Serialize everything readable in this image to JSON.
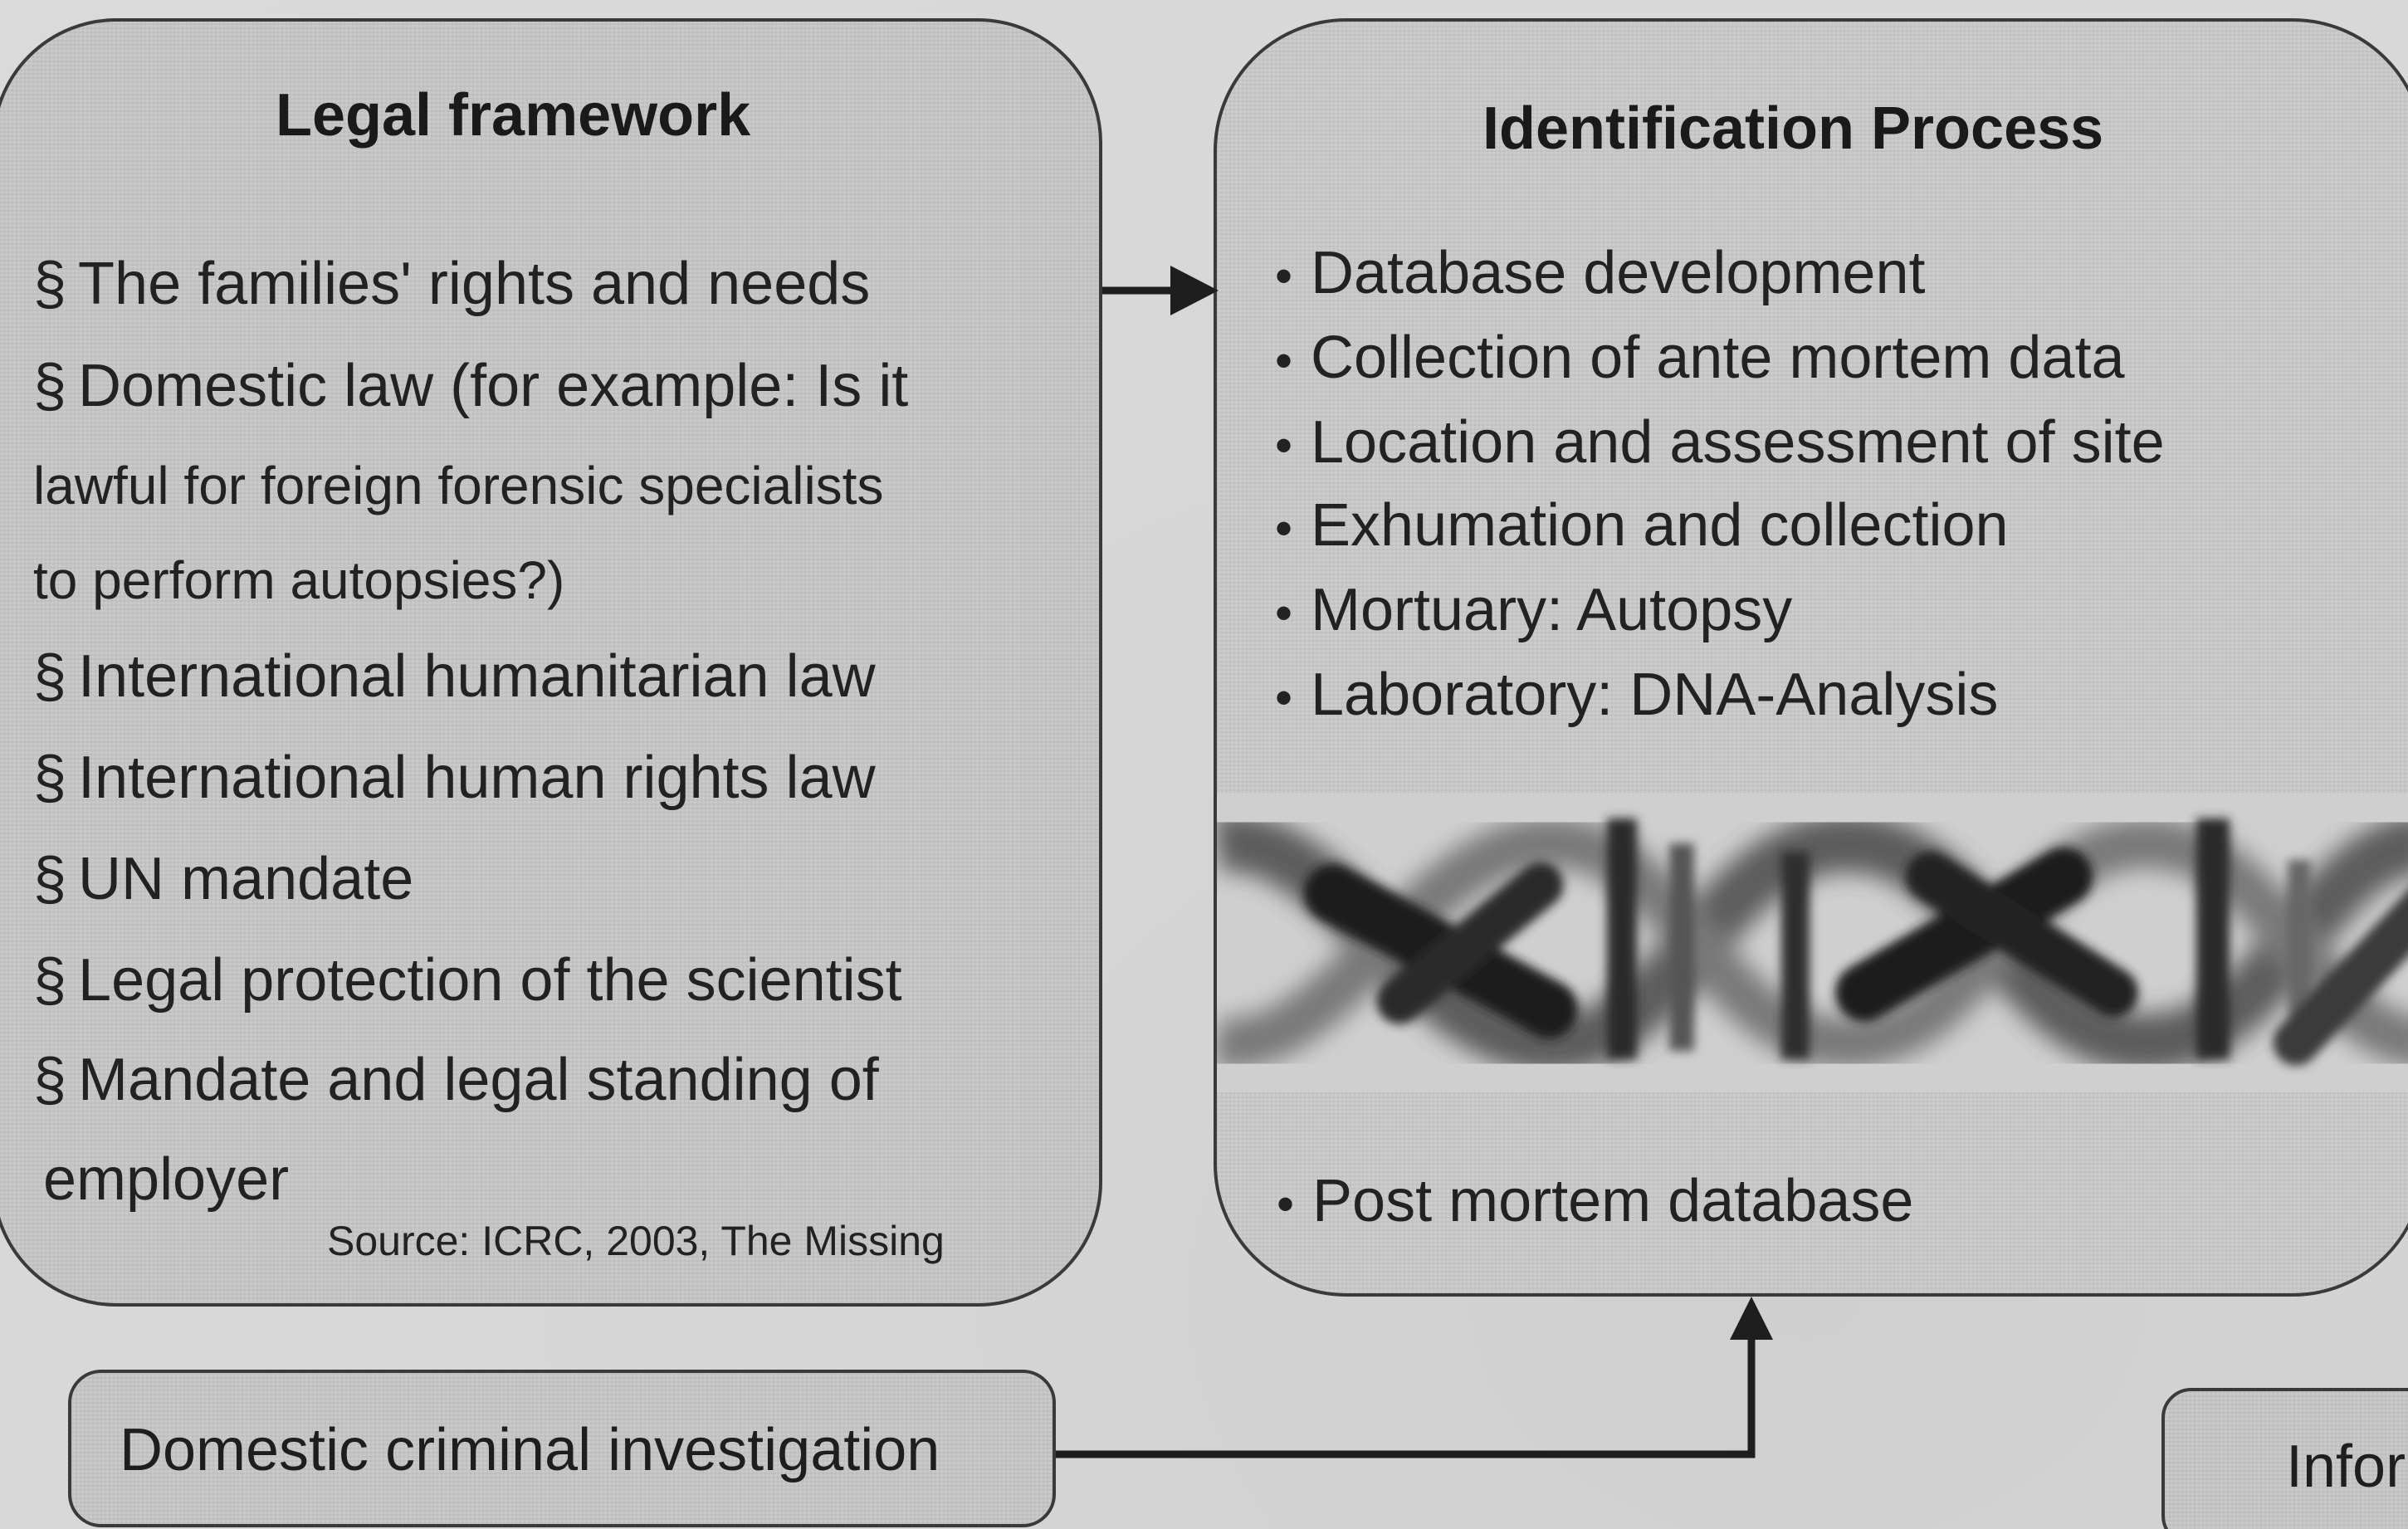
{
  "legal_framework": {
    "title": "Legal framework",
    "items": [
      {
        "symbol": "§",
        "text": "The families' rights and needs"
      },
      {
        "symbol": "§",
        "text": "Domestic law (for example: Is it"
      },
      {
        "symbol": "",
        "text": "lawful for foreign forensic specialists"
      },
      {
        "symbol": "",
        "text": "to perform autopsies?)"
      },
      {
        "symbol": "§",
        "text": "International humanitarian law"
      },
      {
        "symbol": "§",
        "text": "International human rights law"
      },
      {
        "symbol": "§",
        "text": "UN mandate"
      },
      {
        "symbol": "§",
        "text": "Legal protection of the scientist"
      },
      {
        "symbol": "§",
        "text": "Mandate and legal standing of"
      },
      {
        "symbol": "",
        "text": "employer"
      }
    ],
    "source": "Source: ICRC, 2003, The Missing"
  },
  "identification_process": {
    "title": "Identification Process",
    "bullet": "•",
    "items": [
      "Database development",
      "Collection of ante mortem data",
      "Location and assessment of site",
      "Exhumation and collection",
      "Mortuary: Autopsy",
      "Laboratory: DNA-Analysis"
    ],
    "final_item": "Post mortem database"
  },
  "domestic_box": {
    "label": "Domestic criminal investigation"
  },
  "info_box": {
    "label": "Infor"
  },
  "colors": {
    "box_fill": "#c9c9c9",
    "border": "#3a3a3a",
    "text": "#1e1e1e",
    "background": "#d6d6d6"
  }
}
